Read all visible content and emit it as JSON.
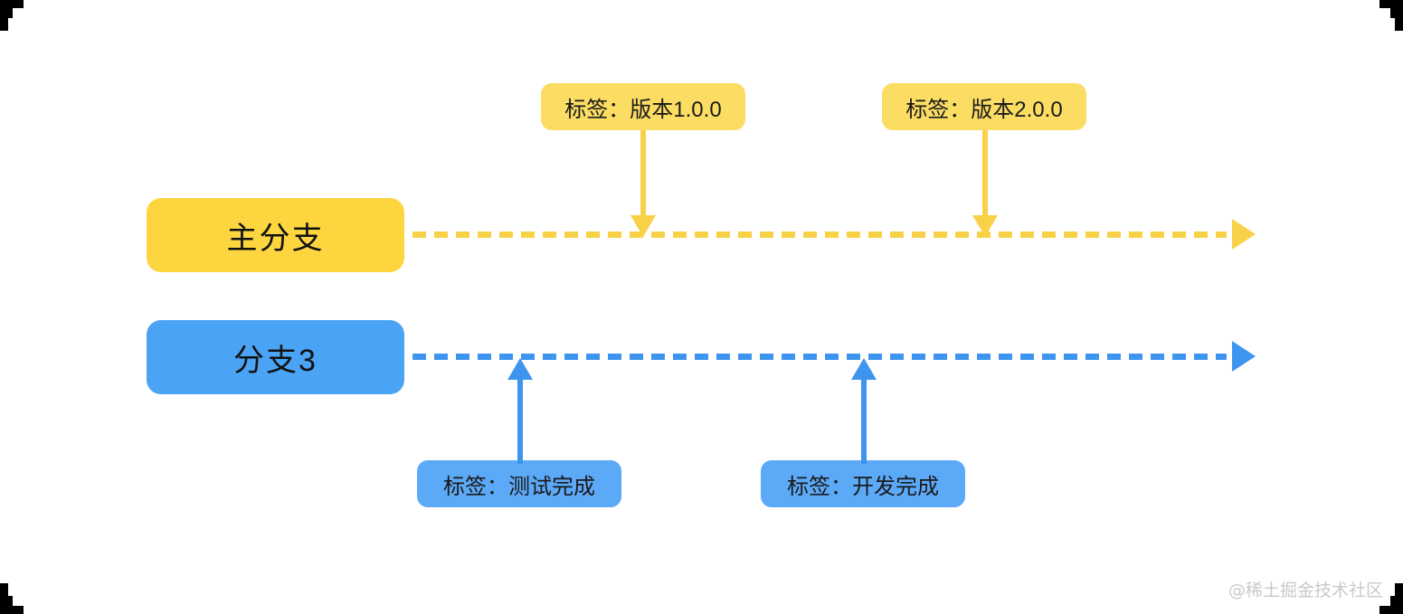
{
  "diagram": {
    "title": "Git branch timeline diagram",
    "background": "#FFFFFF",
    "colors": {
      "main_branch": "#FCD53F",
      "main_tag": "#FCDD63",
      "main_line": "#F7D147",
      "branch": "#4BA3F5",
      "branch_tag": "#5CA9F7",
      "branch_line": "#3E95F0",
      "text": "#111111",
      "watermark": "#C9C9C9",
      "corner": "#000000"
    }
  },
  "lanes": [
    {
      "id": "main",
      "label": "主分支",
      "line_style": "dashed",
      "direction": "right"
    },
    {
      "id": "branch3",
      "label": "分支3",
      "line_style": "dashed",
      "direction": "right"
    }
  ],
  "tags": [
    {
      "id": "v100",
      "label": "标签：版本1.0.0",
      "lane": "main",
      "position": "above",
      "arrow": "down"
    },
    {
      "id": "v200",
      "label": "标签：版本2.0.0",
      "lane": "main",
      "position": "above",
      "arrow": "down"
    },
    {
      "id": "test-done",
      "label": "标签：测试完成",
      "lane": "branch3",
      "position": "below",
      "arrow": "up"
    },
    {
      "id": "dev-done",
      "label": "标签：开发完成",
      "lane": "branch3",
      "position": "below",
      "arrow": "up"
    }
  ],
  "watermark": {
    "text": "@稀土掘金技术社区"
  }
}
